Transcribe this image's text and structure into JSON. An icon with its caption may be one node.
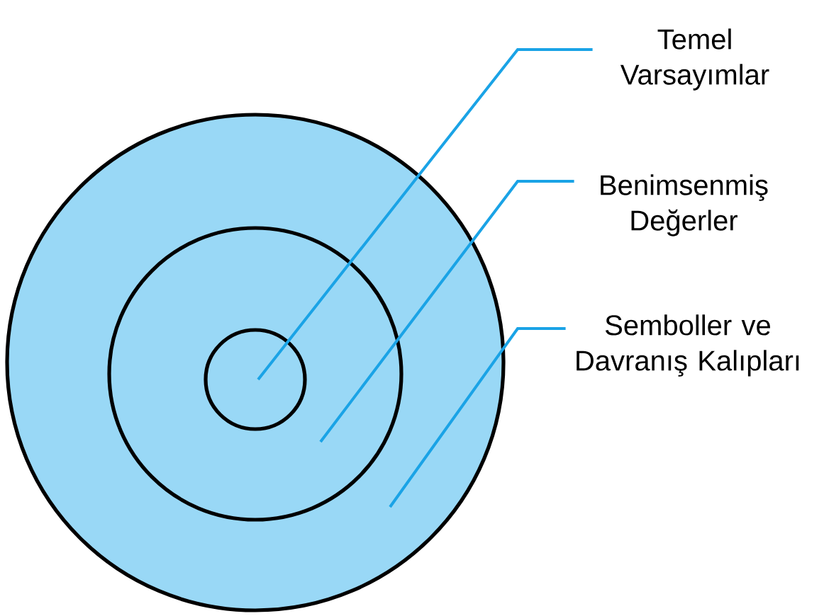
{
  "diagram": {
    "nodes": [
      {
        "text": [],
        "shape": "circle"
      },
      {
        "text": [],
        "shape": "circle",
        "in": 0
      },
      {
        "text": [],
        "shape": "circle",
        "in": 1
      },
      {
        "text": [
          "Temel Varsayımlar"
        ]
      },
      {
        "text": [
          "Benimsenmiş Değerler"
        ]
      },
      {
        "text": [
          "Semboller ve Davranış Kalıpları"
        ]
      }
    ],
    "edges": [
      {
        "from": 3,
        "to": 2,
        "arrow": "none"
      },
      {
        "from": 4,
        "to": 1,
        "arrow": "none"
      },
      {
        "from": 5,
        "to": 0,
        "arrow": "none"
      }
    ]
  }
}
